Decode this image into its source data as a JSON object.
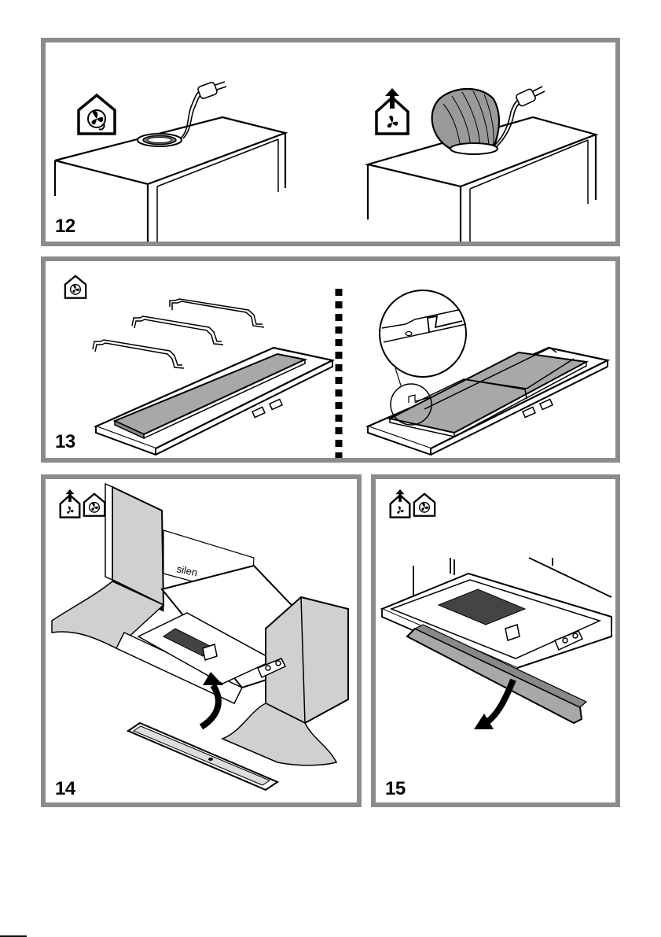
{
  "colors": {
    "frame": "#8c8c8c",
    "filter_gray": "#a8a8a8",
    "duct_gray": "#9a9a9a",
    "wall_gray": "#d0d0d0",
    "line": "#000000"
  },
  "icons": {
    "recirculation": "house-fan-recirculation-icon",
    "extraction": "house-fan-extraction-icon"
  },
  "steps": [
    {
      "number": "12"
    },
    {
      "number": "13"
    },
    {
      "number": "14",
      "label": "silen"
    },
    {
      "number": "15"
    }
  ]
}
